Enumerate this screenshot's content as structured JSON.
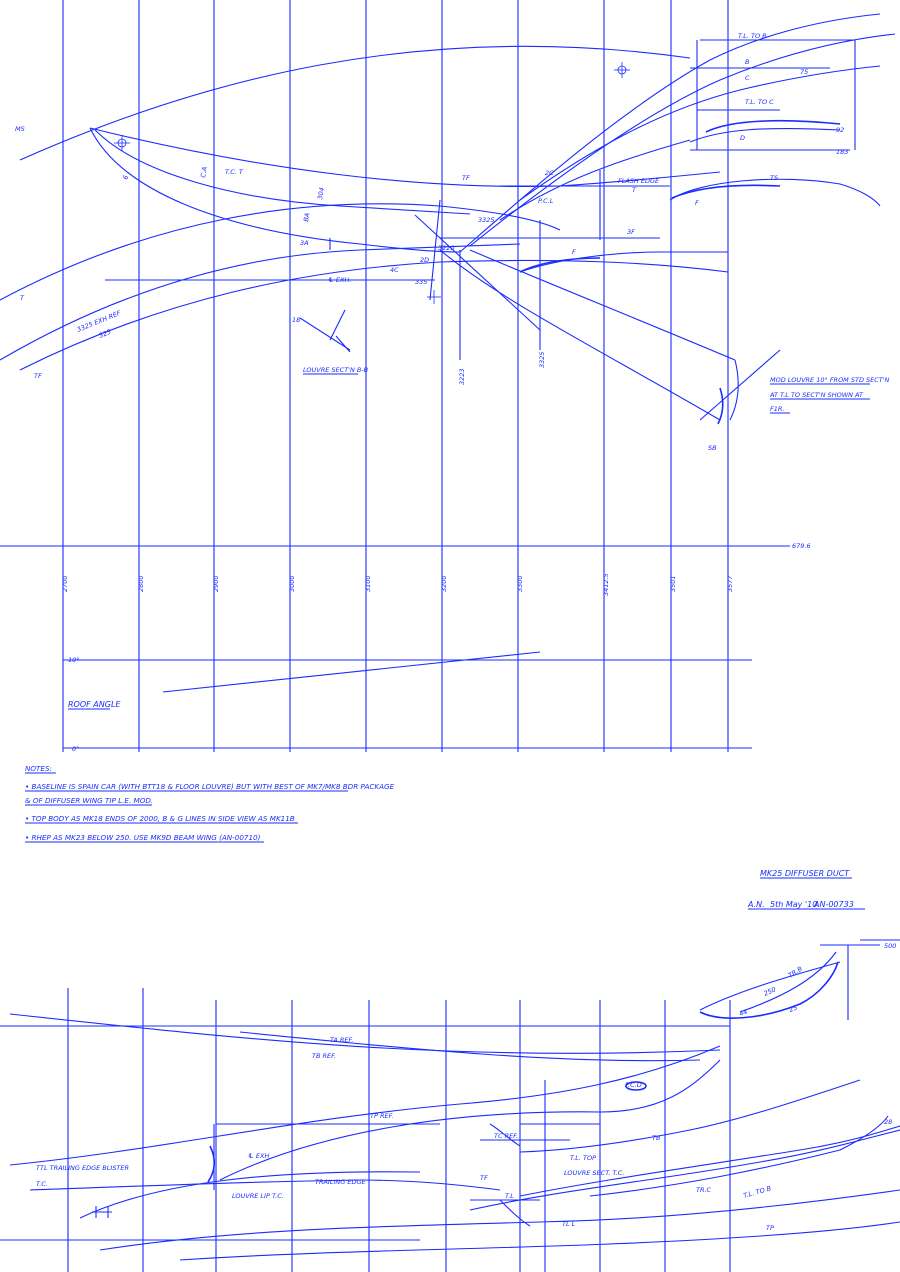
{
  "drawing": {
    "title": "MK25 DIFFUSER DUCT",
    "author": "A.N.",
    "date": "5th May '10",
    "number": "AN-00733"
  },
  "notes": {
    "heading": "NOTES:",
    "lines": [
      "• BASELINE IS SPAIN CAR (WITH BTT18 & FLOOR LOUVRE) BUT WITH BEST OF MK7/MK8 BDR PACKAGE",
      "& OF DIFFUSER WING TIP L.E. MOD.",
      "• TOP BODY AS MK18 ENDS OF 2000, B & G LINES IN SIDE VIEW AS MK11B",
      "• RHEP AS MK23 BELOW 250. USE MK9D BEAM WING (AN-00710)"
    ]
  },
  "stations": [
    "2700",
    "2800",
    "2900",
    "3000",
    "3100",
    "3200",
    "3300",
    "3412.5",
    "3501",
    "3577"
  ],
  "roof": {
    "label": "ROOF ANGLE",
    "top": "10°",
    "bottom": "0°"
  },
  "reference_value": "679.6",
  "top_view_labels": {
    "louvre_section": "LOUVRE SECT'N B-B",
    "louvre_note": [
      "MOD LOUVRE 10° FROM STD SECT'N",
      "AT T.L TO SECT'N SHOWN AT",
      "F1R."
    ],
    "vert_a": "3223",
    "vert_b": "3325",
    "left_edge": "MS",
    "cl_exh": "℄ EXH.",
    "dim_335": "335",
    "dim_325": "3325",
    "exh_ref": "3325 EXH REF",
    "tl_b": "T.L. TO B",
    "tl_c": "T.L. TO C",
    "tc_t": "T.C. T",
    "pcl_b": "P.C.L",
    "flash_edge": "FLASH EDGE",
    "side_b": "B",
    "side_c": "C",
    "side_f": "F",
    "side_d": "D",
    "side_t": "T",
    "side_tf": "TF",
    "side_ca": "C.A",
    "side_ba": "BA",
    "side_sb": "SB",
    "side_18": "18",
    "side_2cl": "2C",
    "dim_325b": "325",
    "dim_6": "6",
    "dim_92": "92",
    "dim_75": "75",
    "dim_183": "183",
    "dim_3220": "3220",
    "dim_304": "304",
    "dim_2d": "2D",
    "dim_3a": "3A",
    "dim_af": "3F",
    "dim_4c": "4C",
    "dim_ts": "TS"
  },
  "side_view_labels": {
    "right_edge": "500",
    "tr_b": "TR.B",
    "tr_c": "TR.C",
    "exh_b": "℄ EXH",
    "louvre_tc": "LOUVRE LIP T.C.",
    "tp_ref": "TP REF.",
    "tb_ref": "TB REF.",
    "ta_ref": "TA REF.",
    "tc_ref": "TC REF.",
    "trailing": "TRAILING EDGE",
    "tl_top": "T.L. TOP",
    "louvre_tc2": "LOUVRE SECT. T.C.",
    "tl_l": "TL L",
    "tl_to_b": "T.L. TO B",
    "tc_right": "T.C.",
    "tb_right": "TB",
    "tp_right": "TP",
    "t_ref_r": "TF",
    "tl_b_r": "T.L",
    "side_floor": "TTL TRAILING EDGE BLISTER",
    "pc_d": "P.C.D",
    "dim_250": "250",
    "dim_25b": "25",
    "num_44": "44",
    "num_28": "28"
  },
  "chart_colors": {
    "ink": "#1a2cff",
    "paper": "#ffffff"
  }
}
